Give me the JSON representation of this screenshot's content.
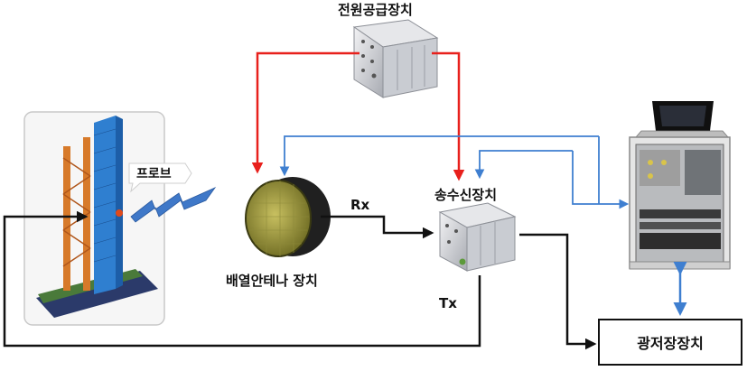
{
  "labels": {
    "power_supply": "전원공급장치",
    "probe": "프로브",
    "transceiver": "송수신장치",
    "rx": "Rx",
    "tx": "Tx",
    "array_antenna": "배열안테나 장치",
    "optical_storage": "광저장장치"
  },
  "colors": {
    "power_line": "#e8201c",
    "control_line": "#3f7fd0",
    "signal_line": "#111111",
    "probe_wave": "#3f78c8"
  }
}
